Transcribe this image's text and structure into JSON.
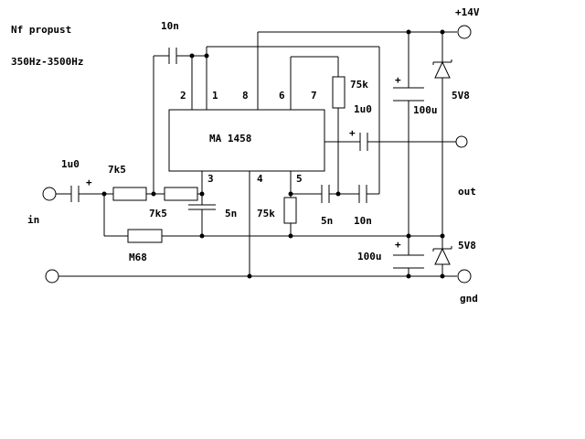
{
  "title": "Nf propust",
  "subtitle": "350Hz-3500Hz",
  "ic": {
    "label": "MA 1458",
    "pins": [
      "2",
      "1",
      "8",
      "6",
      "7",
      "3",
      "4",
      "5"
    ]
  },
  "components": {
    "c_10n_top": "10n",
    "c_1u0_in": "1u0",
    "r_7k5_a": "7k5",
    "r_7k5_b": "7k5",
    "c_5n_left": "5n",
    "r_m68": "M68",
    "r_75k_top": "75k",
    "r_75k_bottom": "75k",
    "c_5n_right": "5n",
    "c_10n_right": "10n",
    "c_1u0_out": "1u0",
    "c_100u_top": "100u",
    "c_100u_bottom": "100u",
    "z_5v8_top": "5V8",
    "z_5v8_bottom": "5V8",
    "plus_sign": "+"
  },
  "terminals": {
    "vcc": "+14V",
    "input": "in",
    "output": "out",
    "ground": "gnd"
  },
  "colors": {
    "ink": "#000000",
    "background": "#ffffff"
  }
}
